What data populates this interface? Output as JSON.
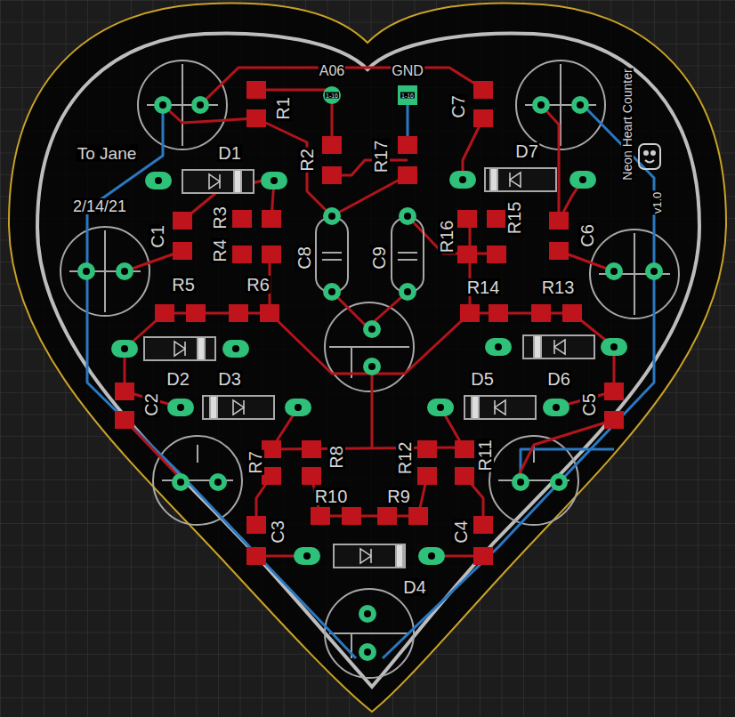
{
  "diagram": {
    "labels": [
      "A06",
      "GND",
      "1-16",
      "1-16",
      "R1",
      "R2",
      "R17",
      "C7",
      "D1",
      "D7",
      "To Jane",
      "2/14/21",
      "Neon Heart Counter",
      "v1.0",
      "R3",
      "R4",
      "C1",
      "C8",
      "C9",
      "R16",
      "R15",
      "C6",
      "R5",
      "R6",
      "R14",
      "R13",
      "D2",
      "D3",
      "D5",
      "D6",
      "C2",
      "C5",
      "R7",
      "R8",
      "R12",
      "R11",
      "R10",
      "R9",
      "C3",
      "C4",
      "D4"
    ]
  }
}
